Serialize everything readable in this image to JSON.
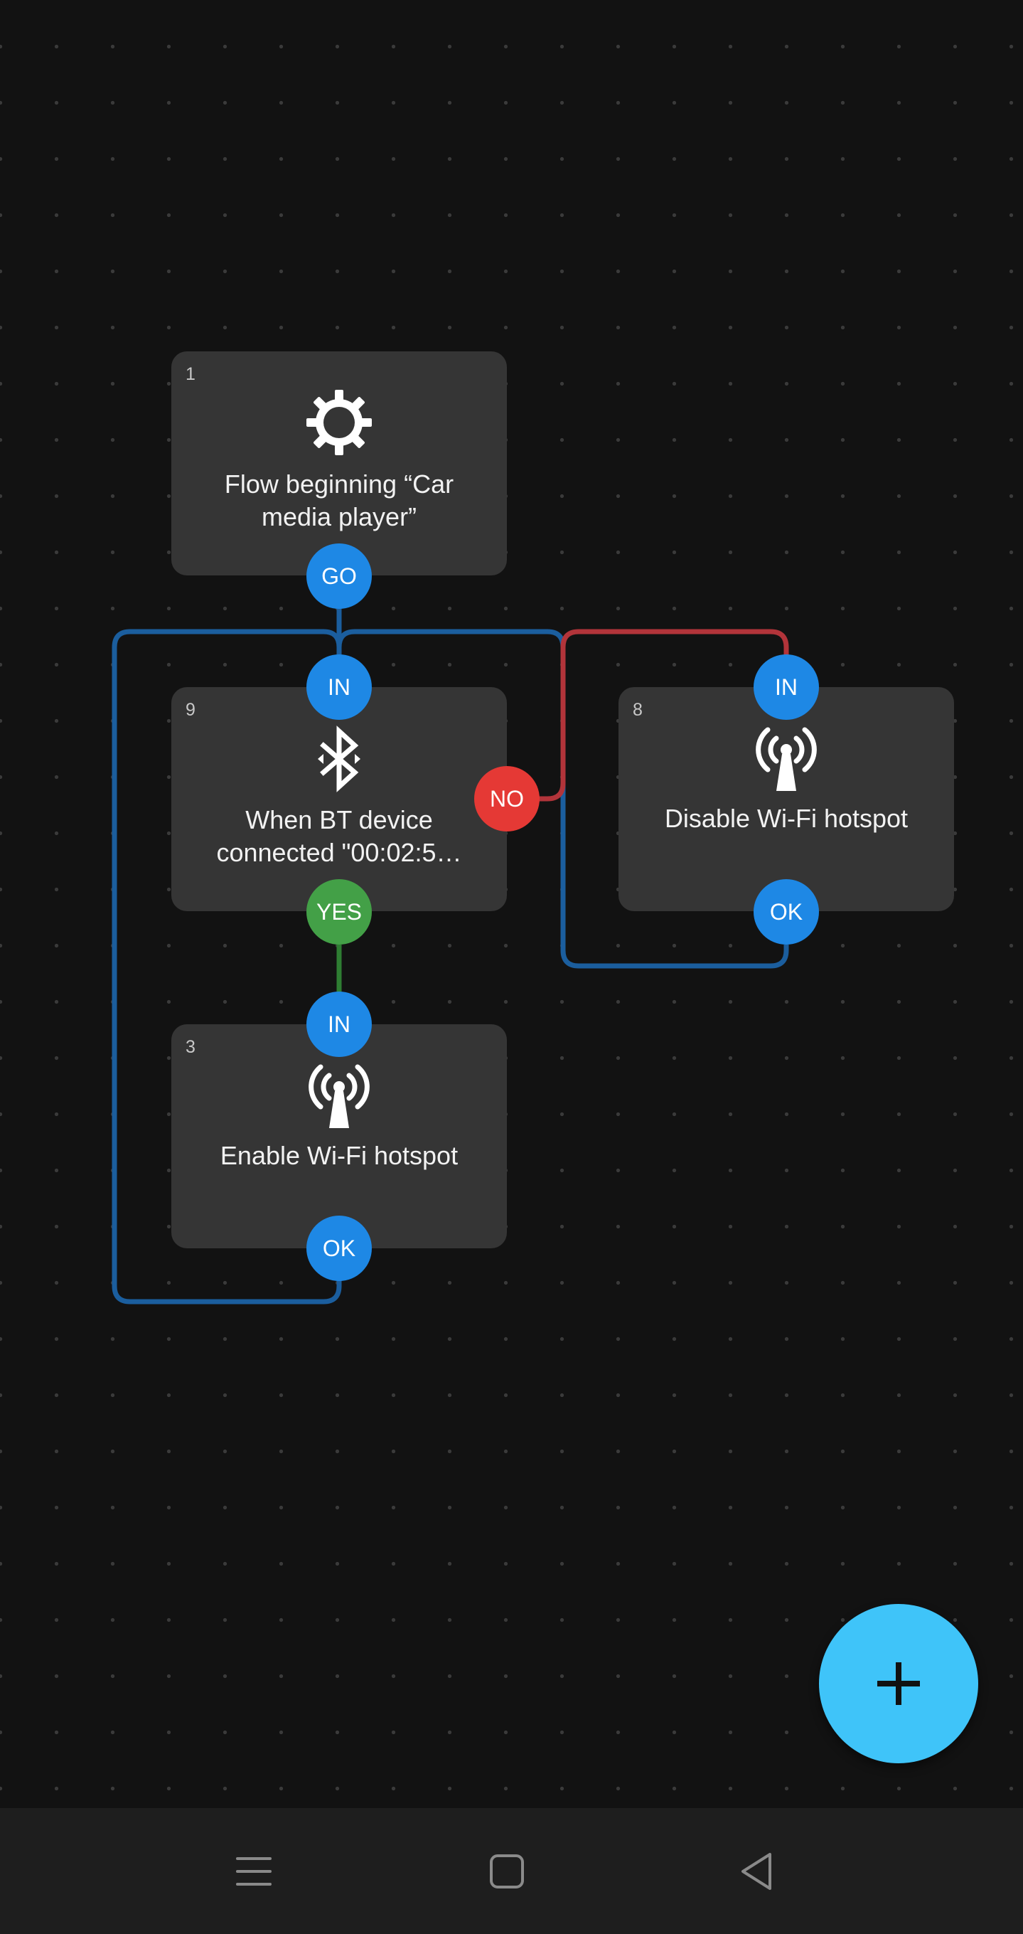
{
  "colors": {
    "canvas_bg": "#121212",
    "block_bg": "#353535",
    "port_blue": "#1e88e5",
    "port_green": "#43a047",
    "port_red": "#e53935",
    "wire_blue": "#1b5e9e",
    "wire_red": "#b2343a",
    "wire_green": "#2e7d32",
    "fab": "#3fc4f9"
  },
  "blocks": [
    {
      "id": "1",
      "number": "1",
      "icon": "gear-icon",
      "label": "Flow beginning “Car\nmedia player”",
      "ports": {
        "out": "GO"
      }
    },
    {
      "id": "9",
      "number": "9",
      "icon": "bluetooth-icon",
      "label": "When BT device\nconnected \"00:02:5…",
      "ports": {
        "in": "IN",
        "yes": "YES",
        "no": "NO"
      }
    },
    {
      "id": "3",
      "number": "3",
      "icon": "wifi-hotspot-icon",
      "label": "Enable Wi-Fi hotspot",
      "ports": {
        "in": "IN",
        "ok": "OK"
      }
    },
    {
      "id": "8",
      "number": "8",
      "icon": "wifi-hotspot-icon",
      "label": "Disable Wi-Fi hotspot",
      "ports": {
        "in": "IN",
        "ok": "OK"
      }
    }
  ],
  "connections": [
    {
      "from": "1.GO",
      "to": "9.IN",
      "color": "blue"
    },
    {
      "from": "9.YES",
      "to": "3.IN",
      "color": "green"
    },
    {
      "from": "9.NO",
      "to": "8.IN",
      "color": "red"
    },
    {
      "from": "3.OK",
      "to": "9.IN",
      "color": "blue"
    },
    {
      "from": "8.OK",
      "to": "9.IN",
      "color": "blue"
    }
  ],
  "fab": {
    "icon": "plus-icon"
  },
  "navbar": {
    "items": [
      {
        "icon": "menu-icon"
      },
      {
        "icon": "home-square-icon"
      },
      {
        "icon": "back-triangle-icon"
      }
    ]
  }
}
